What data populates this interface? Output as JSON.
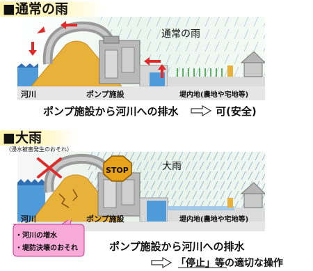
{
  "normal": {
    "title": "■通常の雨",
    "rain_label": "通常の雨",
    "river_label": "河川",
    "pump_label": "ポンプ施設",
    "land_label": "堤内地(農地や宅地等)",
    "statement": "ポンプ施設から河川への排水",
    "result": "可(安全)"
  },
  "heavy": {
    "title": "■大雨",
    "subtitle": "（浸水被害発生のおそれ）",
    "rain_label": "大雨",
    "river_label": "河川",
    "pump_label": "ポンプ施設",
    "land_label": "堤内地(農地や宅地等)",
    "stop_sign": "STOP",
    "warning_lines": [
      "・河川の増水",
      "・堤防決壊のおそれ"
    ],
    "statement": "ポンプ施設から河川への排水",
    "result": "「停止」等の適切な操作"
  },
  "colors": {
    "banner": "#fff3b0",
    "ground": "#e8b23a",
    "water": "#4f9ad8",
    "arrow": "#e02b2b",
    "warning_box": "#f7a9d8",
    "stop": "#e8a21c"
  }
}
